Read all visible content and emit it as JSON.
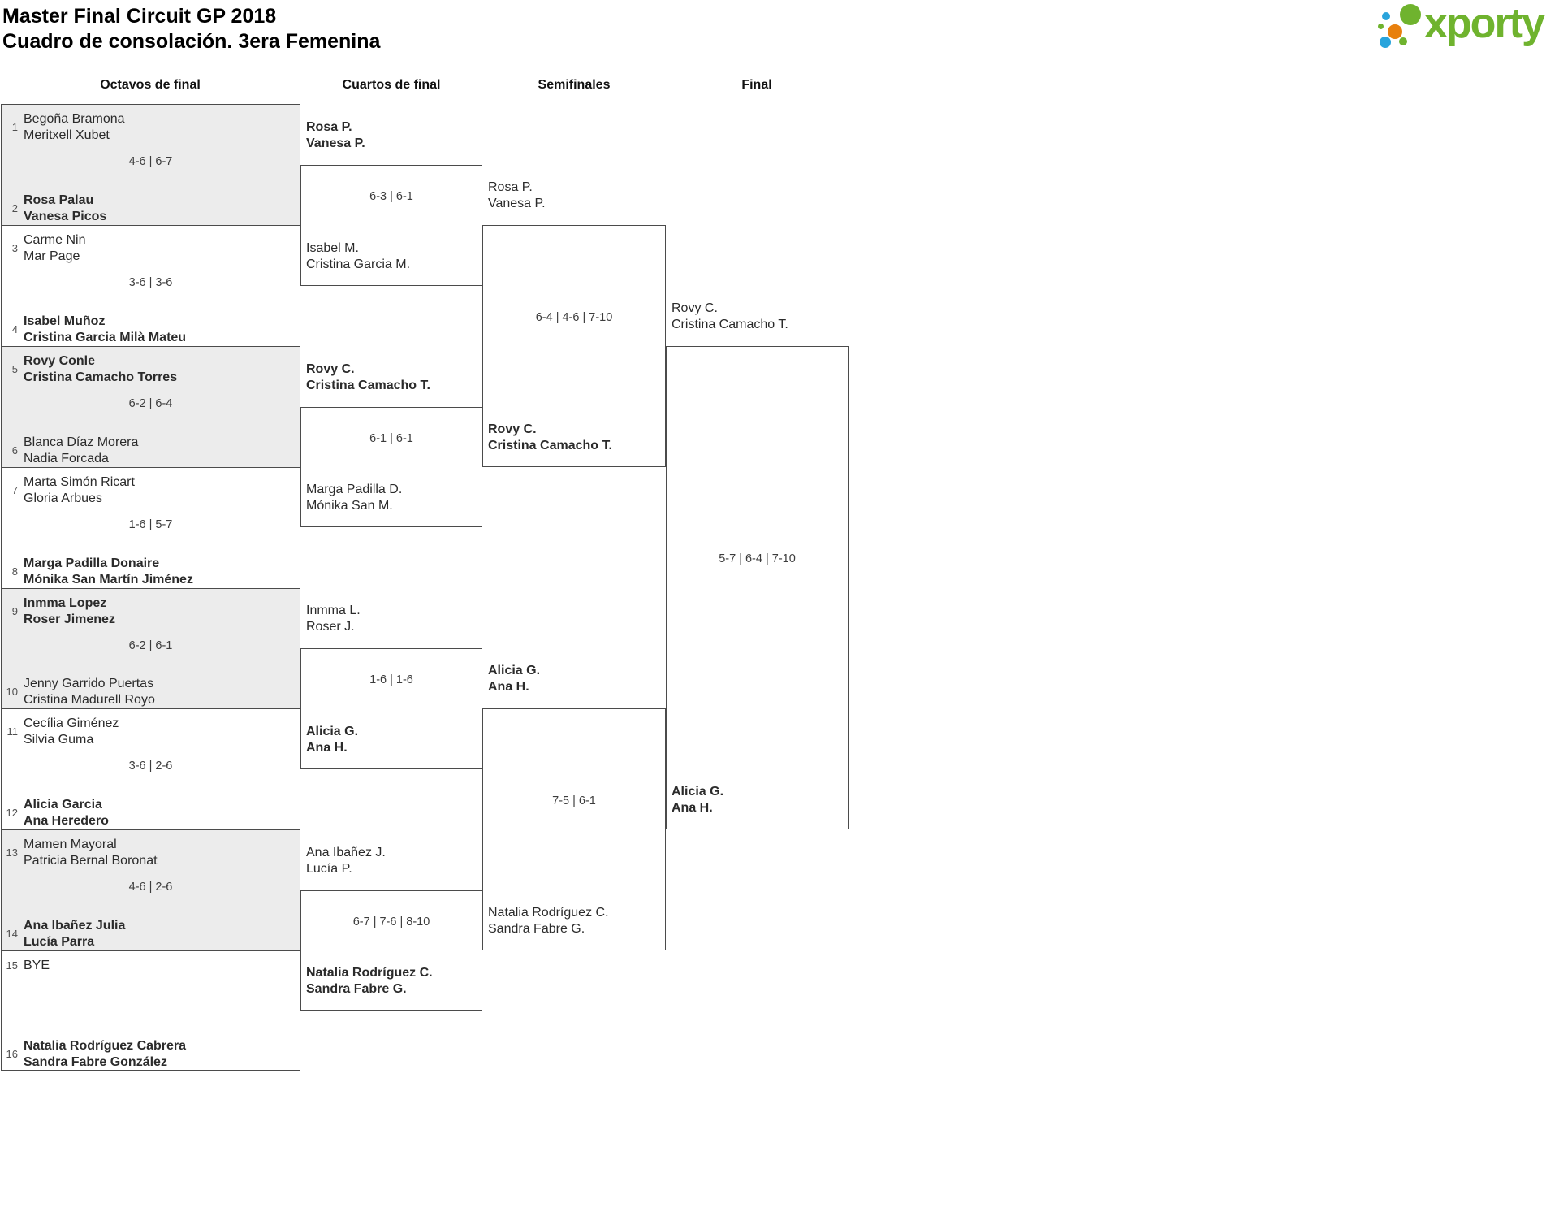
{
  "header": {
    "title_line1": "Master Final Circuit GP 2018",
    "title_line2": "Cuadro de consolación. 3era Femenina"
  },
  "logo": {
    "text": "xporty",
    "green": "#6fb32e",
    "blue": "#29a4dc",
    "orange": "#e8800e"
  },
  "round_headers": [
    "Octavos de final",
    "Cuartos de final",
    "Semifinales",
    "Final"
  ],
  "octavos": [
    {
      "seed_top": "1",
      "team_top": [
        "Begoña Bramona",
        "Meritxell Xubet"
      ],
      "top_winner": false,
      "score": "4-6 | 6-7",
      "seed_bottom": "2",
      "team_bottom": [
        "Rosa Palau",
        "Vanesa Picos"
      ],
      "bottom_winner": true,
      "shaded": true
    },
    {
      "seed_top": "3",
      "team_top": [
        "Carme Nin",
        "Mar Page"
      ],
      "top_winner": false,
      "score": "3-6 | 3-6",
      "seed_bottom": "4",
      "team_bottom": [
        "Isabel Muñoz",
        "Cristina Garcia Milà Mateu"
      ],
      "bottom_winner": true,
      "shaded": false
    },
    {
      "seed_top": "5",
      "team_top": [
        "Rovy Conle",
        "Cristina Camacho Torres"
      ],
      "top_winner": true,
      "score": "6-2 | 6-4",
      "seed_bottom": "6",
      "team_bottom": [
        "Blanca Díaz Morera",
        "Nadia Forcada"
      ],
      "bottom_winner": false,
      "shaded": true
    },
    {
      "seed_top": "7",
      "team_top": [
        "Marta Simón Ricart",
        "Gloria Arbues"
      ],
      "top_winner": false,
      "score": "1-6 | 5-7",
      "seed_bottom": "8",
      "team_bottom": [
        "Marga Padilla Donaire",
        "Mónika San Martín Jiménez"
      ],
      "bottom_winner": true,
      "shaded": false
    },
    {
      "seed_top": "9",
      "team_top": [
        "Inmma Lopez",
        "Roser Jimenez"
      ],
      "top_winner": true,
      "score": "6-2 | 6-1",
      "seed_bottom": "10",
      "team_bottom": [
        "Jenny Garrido Puertas",
        "Cristina Madurell Royo"
      ],
      "bottom_winner": false,
      "shaded": true
    },
    {
      "seed_top": "11",
      "team_top": [
        "Cecília Giménez",
        "Silvia Guma"
      ],
      "top_winner": false,
      "score": "3-6 | 2-6",
      "seed_bottom": "12",
      "team_bottom": [
        "Alicia Garcia",
        "Ana Heredero"
      ],
      "bottom_winner": true,
      "shaded": false
    },
    {
      "seed_top": "13",
      "team_top": [
        "Mamen Mayoral",
        "Patricia Bernal Boronat"
      ],
      "top_winner": false,
      "score": "4-6 | 2-6",
      "seed_bottom": "14",
      "team_bottom": [
        "Ana Ibañez Julia",
        "Lucía Parra"
      ],
      "bottom_winner": true,
      "shaded": true
    },
    {
      "seed_top": "15",
      "team_top": [
        "BYE"
      ],
      "top_winner": false,
      "score": "",
      "seed_bottom": "16",
      "team_bottom": [
        "Natalia Rodríguez Cabrera",
        "Sandra Fabre González"
      ],
      "bottom_winner": true,
      "shaded": false
    }
  ],
  "cuartos": [
    {
      "top_label": [
        "Rosa P.",
        "Vanesa P."
      ],
      "top_winner": true,
      "score": "6-3 | 6-1",
      "bottom_label": [
        "Isabel M.",
        "Cristina Garcia M."
      ],
      "bottom_winner": false
    },
    {
      "top_label": [
        "Rovy C.",
        "Cristina Camacho T."
      ],
      "top_winner": true,
      "score": "6-1 | 6-1",
      "bottom_label": [
        "Marga Padilla D.",
        "Mónika San M."
      ],
      "bottom_winner": false
    },
    {
      "top_label": [
        "Inmma L.",
        "Roser J."
      ],
      "top_winner": false,
      "score": "1-6 | 1-6",
      "bottom_label": [
        "Alicia G.",
        "Ana H."
      ],
      "bottom_winner": true
    },
    {
      "top_label": [
        "Ana Ibañez J.",
        "Lucía P."
      ],
      "top_winner": false,
      "score": "6-7 | 7-6 | 8-10",
      "bottom_label": [
        "Natalia Rodríguez C.",
        "Sandra Fabre G."
      ],
      "bottom_winner": true
    }
  ],
  "semifinales": [
    {
      "top_label": [
        "Rosa P.",
        "Vanesa P."
      ],
      "top_winner": false,
      "score": "6-4 | 4-6 | 7-10",
      "bottom_label": [
        "Rovy C.",
        "Cristina Camacho T."
      ],
      "bottom_winner": true
    },
    {
      "top_label": [
        "Alicia G.",
        "Ana H."
      ],
      "top_winner": true,
      "score": "7-5 | 6-1",
      "bottom_label": [
        "Natalia Rodríguez C.",
        "Sandra Fabre G."
      ],
      "bottom_winner": false
    }
  ],
  "final": [
    {
      "top_label": [
        "Rovy C.",
        "Cristina Camacho T."
      ],
      "top_winner": false,
      "score": "5-7 | 6-4 | 7-10",
      "bottom_label": [
        "Alicia G.",
        "Ana H."
      ],
      "bottom_winner": true
    }
  ]
}
